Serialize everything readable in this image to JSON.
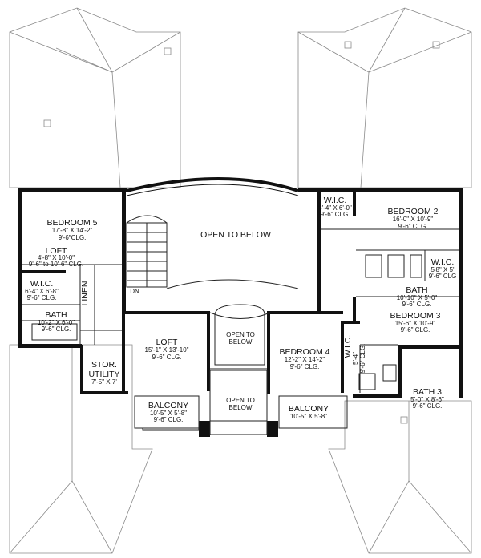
{
  "rooms": {
    "bedroom5": {
      "name": "BEDROOM 5",
      "size": "17'-8\" X 14'-2\"",
      "clg": "9'-6\"CLG."
    },
    "loft_left": {
      "name": "LOFT",
      "size": "4'-8\" X 10'-0\"",
      "clg": "9'-6\" to 10'-6\" CLG."
    },
    "wic_left": {
      "name": "W.I.C.",
      "size": "6'-4\" X 6'-8\"",
      "clg": "9'-6\" CLG."
    },
    "linen": {
      "name": "LINEN"
    },
    "bath_left": {
      "name": "BATH",
      "size": "10'-2\" X 6'-0\"",
      "clg": "9'-6\" CLG."
    },
    "stor_utility": {
      "name1": "STOR.",
      "name2": "UTILITY",
      "size": "7'-5\" X 7'"
    },
    "open_top": {
      "name": "OPEN TO BELOW"
    },
    "dn": {
      "name": "DN"
    },
    "loft_center": {
      "name": "LOFT",
      "size": "15'-1\" X 13'-10\"",
      "clg": "9'-6\" CLG."
    },
    "open_mid": {
      "name1": "OPEN TO",
      "name2": "BELOW"
    },
    "open_bottom": {
      "name1": "OPEN TO",
      "name2": "BELOW"
    },
    "balcony_left": {
      "name": "BALCONY",
      "size": "10'-5\" X 5'-8\"",
      "clg": "9'-6\" CLG."
    },
    "balcony_right": {
      "name": "BALCONY",
      "size": "10'-5\" X 5'-8\""
    },
    "bedroom4": {
      "name": "BEDROOM 4",
      "size": "12'-2\" X 14'-2\"",
      "clg": "9'-6\" CLG."
    },
    "wic_bed4": {
      "name": "W.I.C.",
      "size": "5'-4\"",
      "clg": "9'-6\" CLG."
    },
    "wic_top": {
      "name": "W.I.C.",
      "size": "8'-4\" X 6'-0\"",
      "clg": "9'-6\" CLG."
    },
    "bedroom2": {
      "name": "BEDROOM 2",
      "size": "16'-0\" X 10'-9\"",
      "clg": "9'-6\" CLG."
    },
    "wic_right": {
      "name": "W.I.C.",
      "size": "5'8\" X 5'",
      "clg": "9'-6\" CLG"
    },
    "bath_right": {
      "name": "BATH",
      "size": "10'-10\" X 5'-0\"",
      "clg": "9'-6\" CLG."
    },
    "bedroom3": {
      "name": "BEDROOM 3",
      "size": "15'-6\" X 10'-9\"",
      "clg": "9'-6\" CLG."
    },
    "bath3": {
      "name": "BATH 3",
      "size": "5'-0\" X 8'-6\"",
      "clg": "9'-6\" CLG."
    }
  }
}
